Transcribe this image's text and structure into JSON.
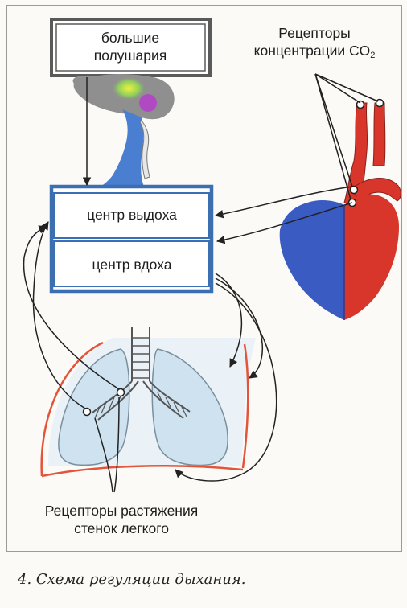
{
  "labels": {
    "hemispheres": [
      "большие",
      "полушария"
    ],
    "co2_receptors_line1": "Рецепторы",
    "co2_receptors_line2": "концентрации CO",
    "co2_subscript": "2",
    "exhalation_center": "центр выдоха",
    "inhalation_center": "центр вдоха",
    "stretch_receptors": [
      "Рецепторы растяжения",
      "стенок легкого"
    ]
  },
  "caption": "4. Схема регуляции дыхания.",
  "colors": {
    "frame": "#3c6fb2",
    "box_fill": "#ffffff",
    "hemisphere_border": "#5a5a5a",
    "brain_gray": "#8f8f8f",
    "brainstem_blue": "#4a7ed0",
    "heart_left_red": "#d8362a",
    "heart_right_blue": "#3a5cc2",
    "lung_fill": "#cfe2ef",
    "pleura": "#e3543a",
    "arrow": "#222222"
  }
}
